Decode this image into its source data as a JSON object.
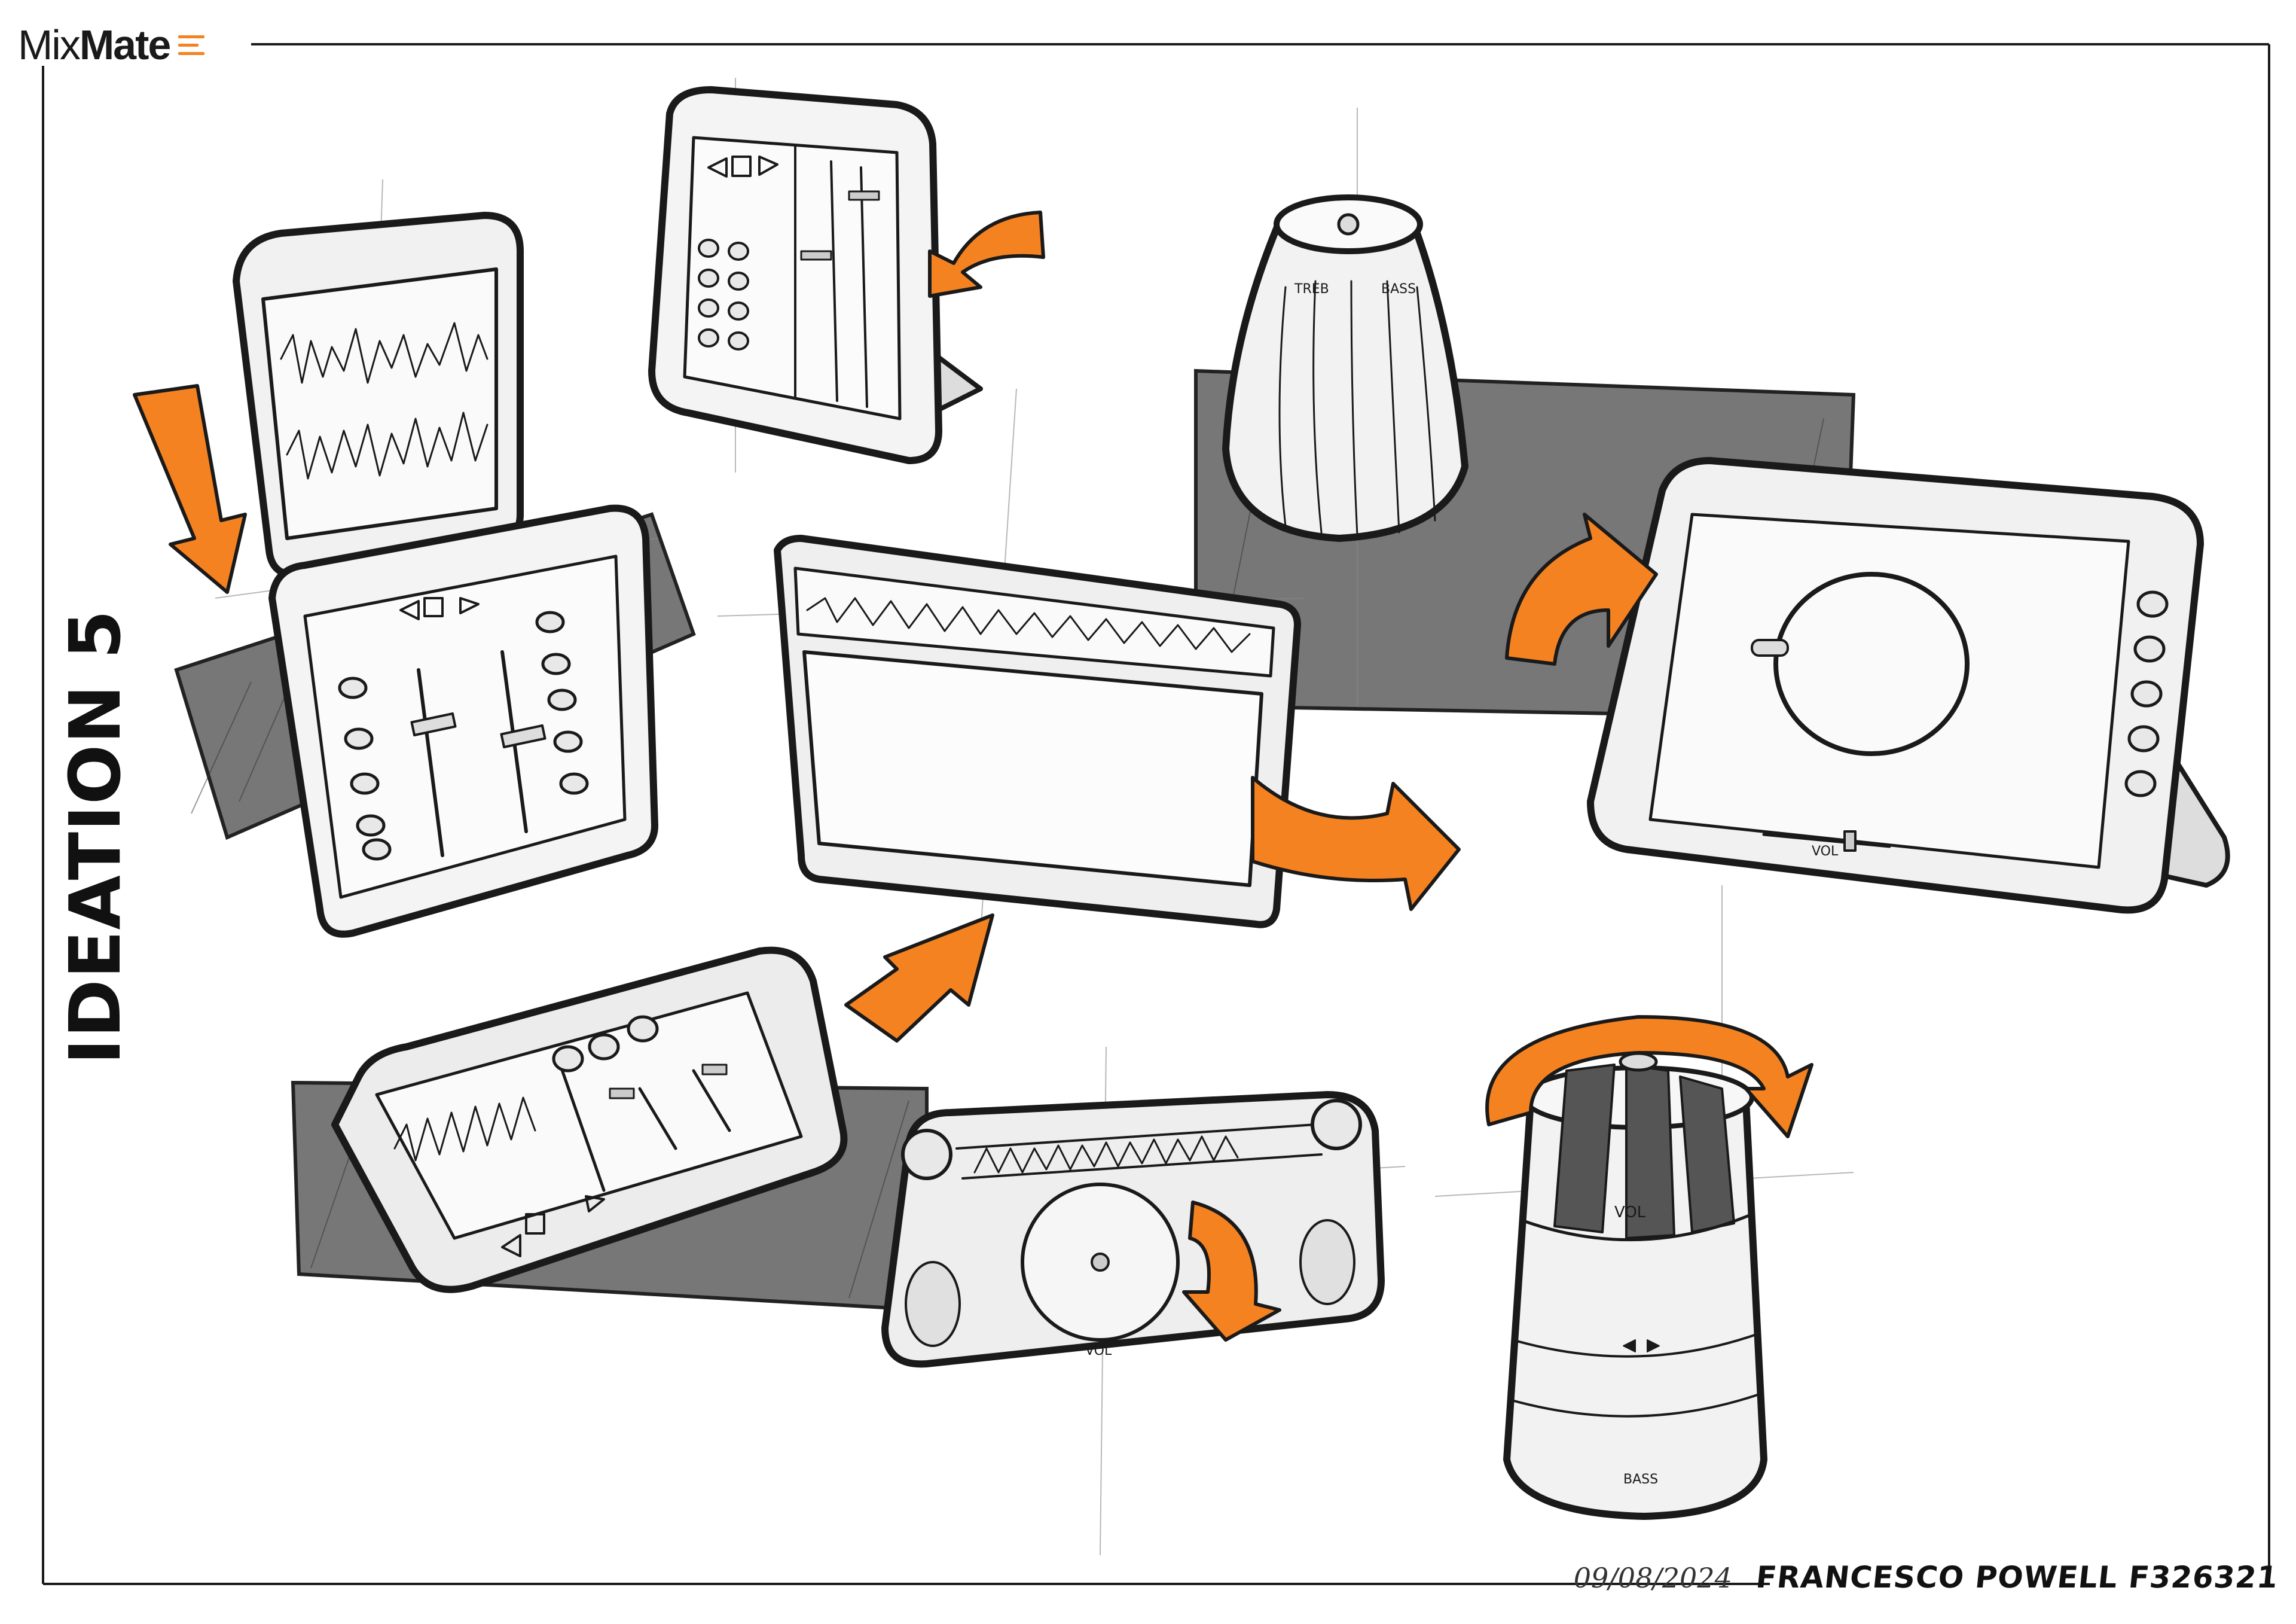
{
  "brand": {
    "name_light": "Mix",
    "name_bold": "Mate"
  },
  "title": "IDEATION 5",
  "footer": {
    "date": "09/08/2024",
    "author": "FRANCESCO POWELL F326321"
  },
  "sketch_labels": {
    "vol": "VOL",
    "bass": "BASS",
    "treble": "TREB",
    "vol_short": "VOL"
  },
  "colors": {
    "accent_orange": "#F58220",
    "ink": "#1A1A1A",
    "shadow_gray": "#6E6E6E",
    "marker_gray": "#D9D9D9"
  }
}
